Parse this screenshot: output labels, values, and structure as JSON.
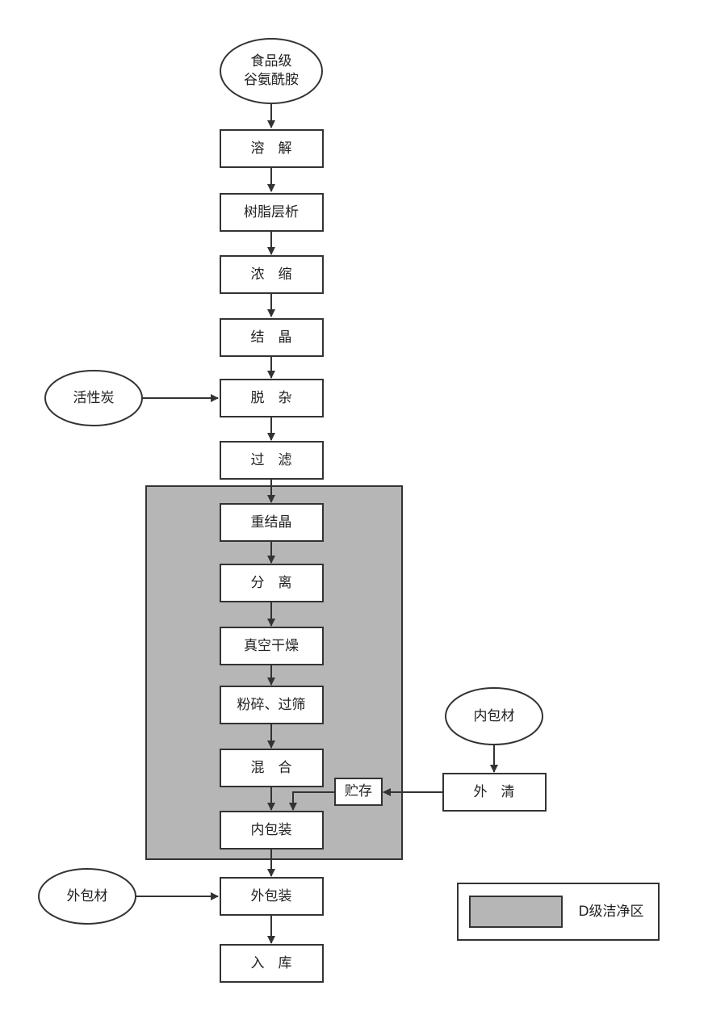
{
  "title": "食品级谷氨酰胺生产工艺流程图",
  "colors": {
    "clean_zone": "#b6b6b6",
    "stroke": "#333333",
    "box_fill": "#ffffff"
  },
  "nodes": {
    "raw_material": {
      "line1": "食品级",
      "line2": "谷氨酰胺",
      "shape": "ellipse"
    },
    "dissolve": {
      "label": "溶　解",
      "shape": "rect"
    },
    "resin_chromatography": {
      "label": "树脂层析",
      "shape": "rect"
    },
    "concentrate": {
      "label": "浓　缩",
      "shape": "rect"
    },
    "crystallize": {
      "label": "结　晶",
      "shape": "rect"
    },
    "activated_carbon": {
      "label": "活性炭",
      "shape": "ellipse"
    },
    "decolor": {
      "label": "脱　杂",
      "shape": "rect"
    },
    "filter": {
      "label": "过　滤",
      "shape": "rect"
    },
    "recrystallize": {
      "label": "重结晶",
      "shape": "rect"
    },
    "separate": {
      "label": "分　离",
      "shape": "rect"
    },
    "vacuum_dry": {
      "label": "真空干燥",
      "shape": "rect"
    },
    "crush_sieve": {
      "label": "粉碎、过筛",
      "shape": "rect"
    },
    "mix": {
      "label": "混　合",
      "shape": "rect"
    },
    "storage": {
      "label": "贮存",
      "shape": "rect"
    },
    "inner_material": {
      "label": "内包材",
      "shape": "ellipse"
    },
    "outer_clean": {
      "label": "外　清",
      "shape": "rect"
    },
    "inner_pack": {
      "label": "内包装",
      "shape": "rect"
    },
    "outer_material": {
      "label": "外包材",
      "shape": "ellipse"
    },
    "outer_pack": {
      "label": "外包装",
      "shape": "rect"
    },
    "warehouse": {
      "label": "入　库",
      "shape": "rect"
    }
  },
  "edges": [
    [
      "raw_material",
      "dissolve"
    ],
    [
      "dissolve",
      "resin_chromatography"
    ],
    [
      "resin_chromatography",
      "concentrate"
    ],
    [
      "concentrate",
      "crystallize"
    ],
    [
      "crystallize",
      "decolor"
    ],
    [
      "activated_carbon",
      "decolor"
    ],
    [
      "decolor",
      "filter"
    ],
    [
      "filter",
      "recrystallize"
    ],
    [
      "recrystallize",
      "separate"
    ],
    [
      "separate",
      "vacuum_dry"
    ],
    [
      "vacuum_dry",
      "crush_sieve"
    ],
    [
      "crush_sieve",
      "mix"
    ],
    [
      "mix",
      "inner_pack"
    ],
    [
      "inner_material",
      "outer_clean"
    ],
    [
      "outer_clean",
      "storage"
    ],
    [
      "storage",
      "inner_pack"
    ],
    [
      "inner_pack",
      "outer_pack"
    ],
    [
      "outer_material",
      "outer_pack"
    ],
    [
      "outer_pack",
      "warehouse"
    ]
  ],
  "legend": {
    "label": "D级洁净区"
  }
}
